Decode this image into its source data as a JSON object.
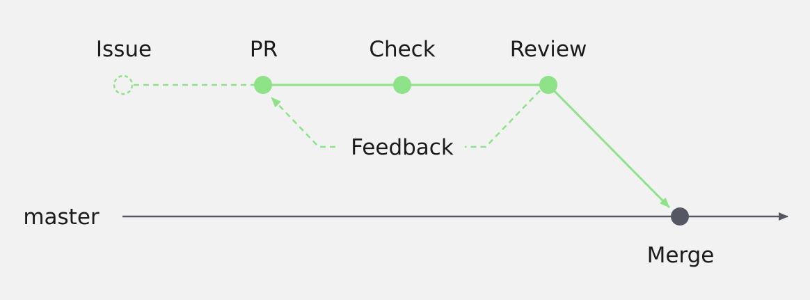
{
  "labels": {
    "issue": "Issue",
    "pr": "PR",
    "check": "Check",
    "review": "Review",
    "feedback": "Feedback",
    "master": "master",
    "merge": "Merge"
  },
  "colors": {
    "background": "#f2f2f2",
    "branch": "#8ee288",
    "master": "#555862",
    "text": "#1b1b1b"
  }
}
